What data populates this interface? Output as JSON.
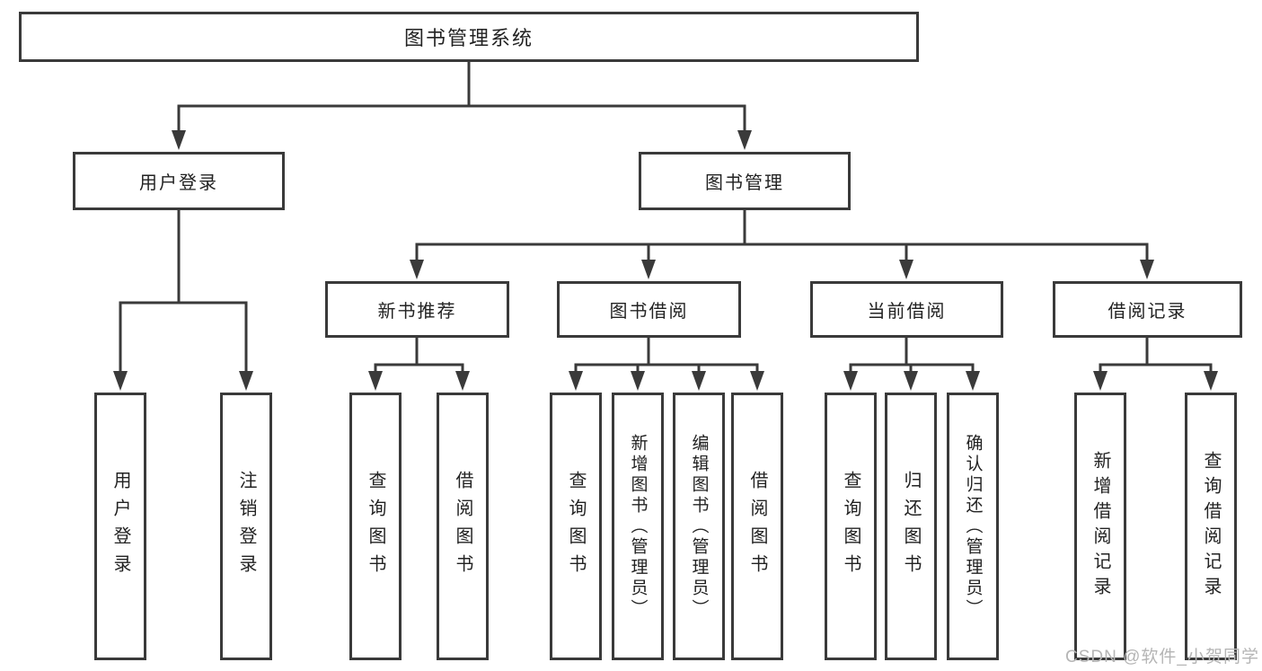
{
  "tree": {
    "label": "图书管理系统",
    "children": [
      {
        "label": "用户登录",
        "children": [
          {
            "label": "用户登录"
          },
          {
            "label": "注销登录"
          }
        ]
      },
      {
        "label": "图书管理",
        "children": [
          {
            "label": "新书推荐",
            "children": [
              {
                "label": "查询图书"
              },
              {
                "label": "借阅图书"
              }
            ]
          },
          {
            "label": "图书借阅",
            "children": [
              {
                "label": "查询图书"
              },
              {
                "label": "新增图书（管理员）"
              },
              {
                "label": "编辑图书（管理员）"
              },
              {
                "label": "借阅图书"
              }
            ]
          },
          {
            "label": "当前借阅",
            "children": [
              {
                "label": "查询图书"
              },
              {
                "label": "归还图书"
              },
              {
                "label": "确认归还（管理员）"
              }
            ]
          },
          {
            "label": "借阅记录",
            "children": [
              {
                "label": "新增借阅记录"
              },
              {
                "label": "查询借阅记录"
              }
            ]
          }
        ]
      }
    ]
  },
  "watermark": {
    "text": "CSDN @软件_小贺同学"
  },
  "colors": {
    "line": "#3a3a3a",
    "box_border": "#3a3a3a",
    "box_fill": "#ffffff",
    "text": "#222222",
    "watermark": "#b5b5b5",
    "background": "#ffffff"
  }
}
